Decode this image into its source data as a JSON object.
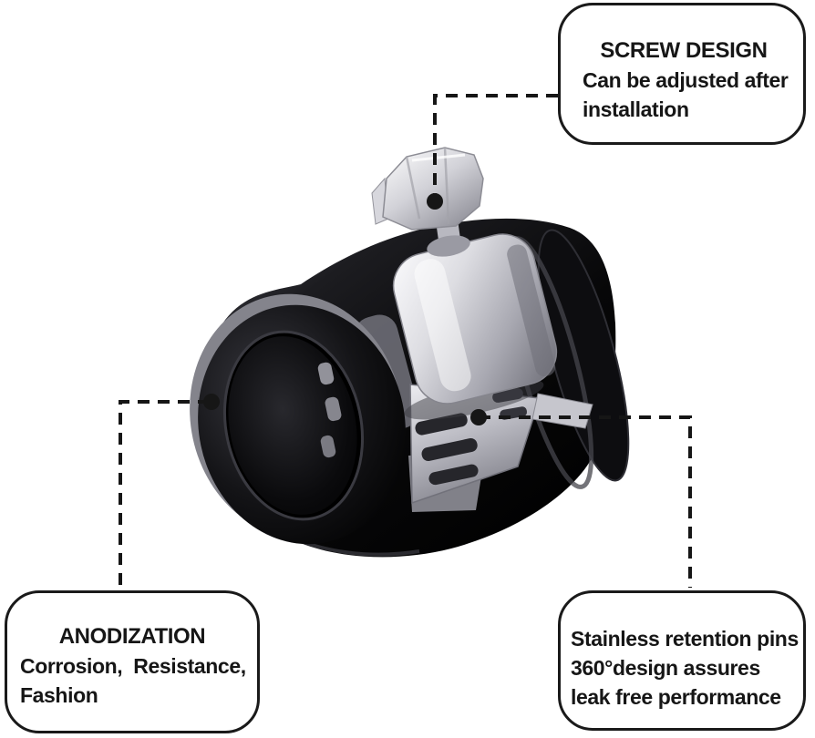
{
  "callouts": {
    "screw_design": {
      "title": "SCREW DESIGN",
      "line1": "Can be adjusted after",
      "line2": "installation"
    },
    "anodization": {
      "title": "ANODIZATION",
      "line1": "Corrosion,  Resistance,",
      "line2": "Fashion"
    },
    "retention": {
      "line1": "Stainless retention pins",
      "line2": "360°design assures",
      "line3": "leak free performance"
    }
  },
  "product": {
    "name": "black anodized hose end finisher with stainless worm-gear clamp"
  },
  "colors": {
    "background": "#ffffff",
    "annotation_ink": "#161616",
    "body_black": "#0c0c0f",
    "metal_silver": "#d8d8dc"
  }
}
